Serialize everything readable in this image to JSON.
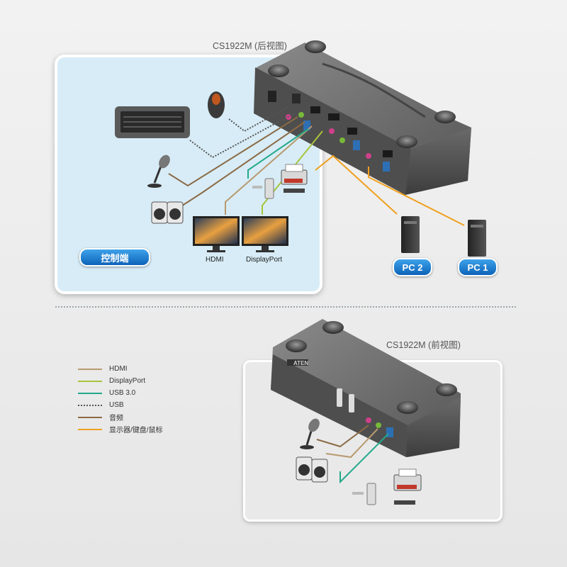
{
  "titles": {
    "rear": "CS1922M (后视图)",
    "front": "CS1922M (前视图)"
  },
  "device": {
    "brand": "ATEN"
  },
  "console_label": "控制端",
  "monitors": {
    "hdmi": "HDMI",
    "displayport": "DisplayPort"
  },
  "pcs": {
    "pc2": "PC 2",
    "pc1": "PC 1"
  },
  "legend": [
    {
      "label": "HDMI",
      "color": "#b89a70",
      "style": "solid"
    },
    {
      "label": "DisplayPort",
      "color": "#a8c43a",
      "style": "solid"
    },
    {
      "label": "USB 3.0",
      "color": "#23a88a",
      "style": "solid"
    },
    {
      "label": "USB",
      "color": "#555555",
      "style": "dotted"
    },
    {
      "label": "音频",
      "color": "#8b6a45",
      "style": "solid"
    },
    {
      "label": "显示器/键盘/鼠标",
      "color": "#f0a020",
      "style": "solid"
    }
  ],
  "colors": {
    "panel_blue": "#d7ecf6",
    "pill_blue": "#1a78cc",
    "device_body": "#6f6f6f"
  }
}
